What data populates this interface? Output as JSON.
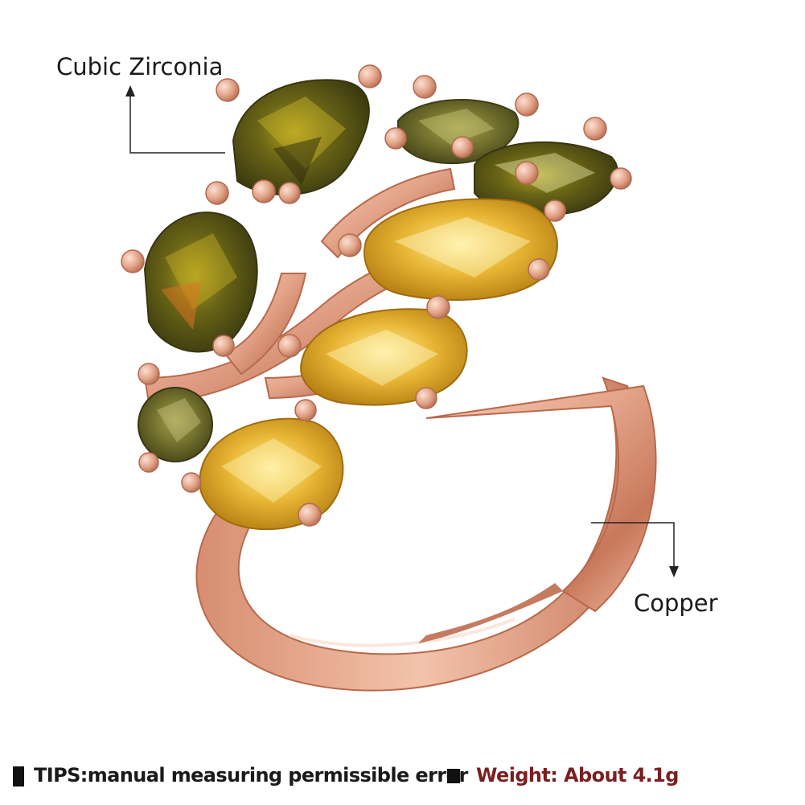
{
  "callouts": {
    "stone_label": "Cubic Zirconia",
    "metal_label": "Copper"
  },
  "footer": {
    "tips": "TIPS:manual measuring permissible error",
    "weight": "Weight: About 4.1g"
  },
  "colors": {
    "weight_text": "#7a1f1f",
    "rose_gold": "#e3a489",
    "olive_stone": "#5d5a16",
    "yellow_stone": "#e8b634"
  },
  "icons": [
    "arrow-up-icon",
    "arrow-down-icon",
    "square-bullet-icon"
  ]
}
